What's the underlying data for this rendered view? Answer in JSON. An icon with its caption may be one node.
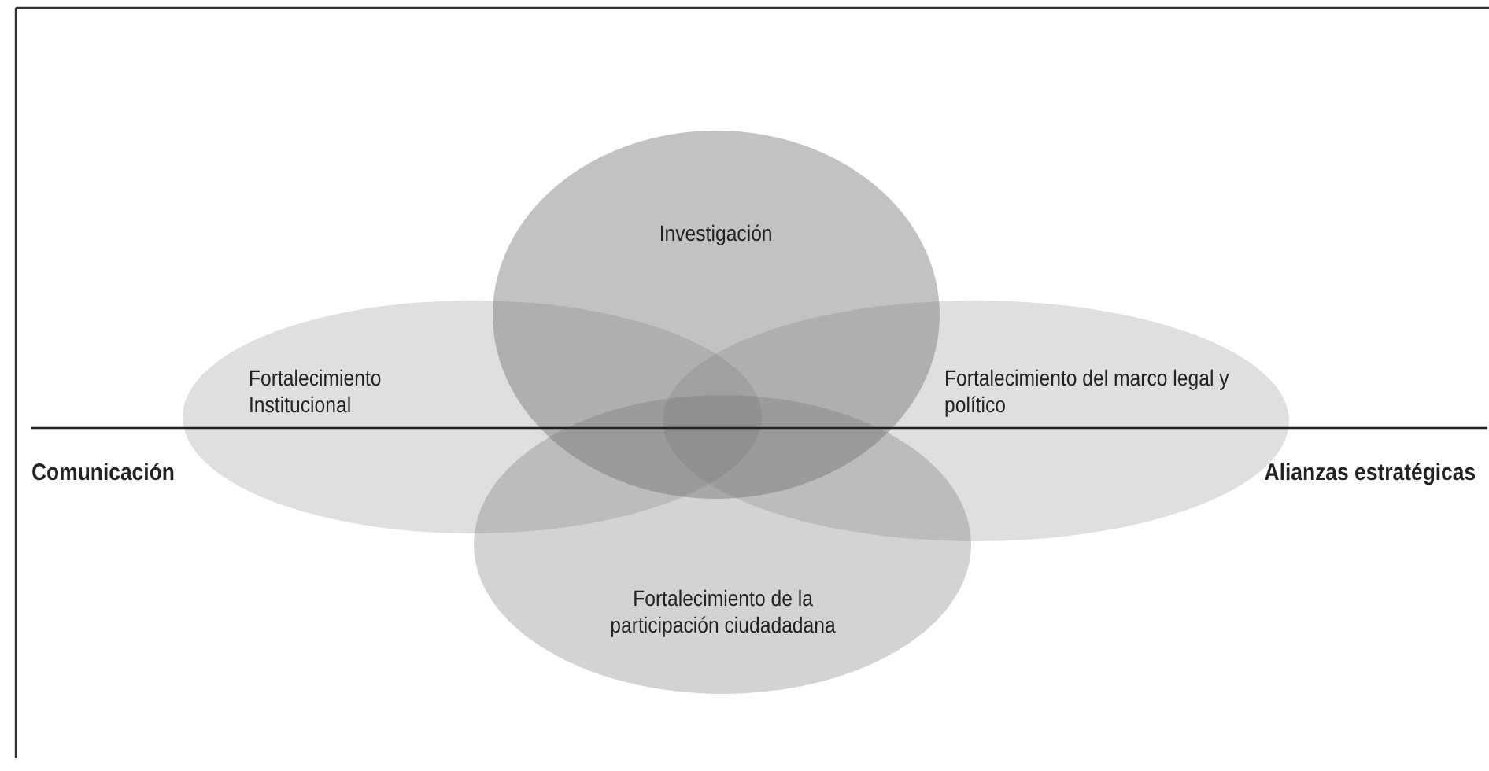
{
  "diagram": {
    "nodes": [
      {
        "text": [
          "Investigación"
        ]
      },
      {
        "text": [
          "Fortalecimiento Institucional"
        ]
      },
      {
        "text": [
          "Fortalecimiento del marco legal y político"
        ]
      },
      {
        "text": [
          "Fortalecimiento de la participación ciudadadana"
        ]
      }
    ],
    "labels": [
      "Comunicación",
      "Alianzas estratégicas"
    ]
  }
}
